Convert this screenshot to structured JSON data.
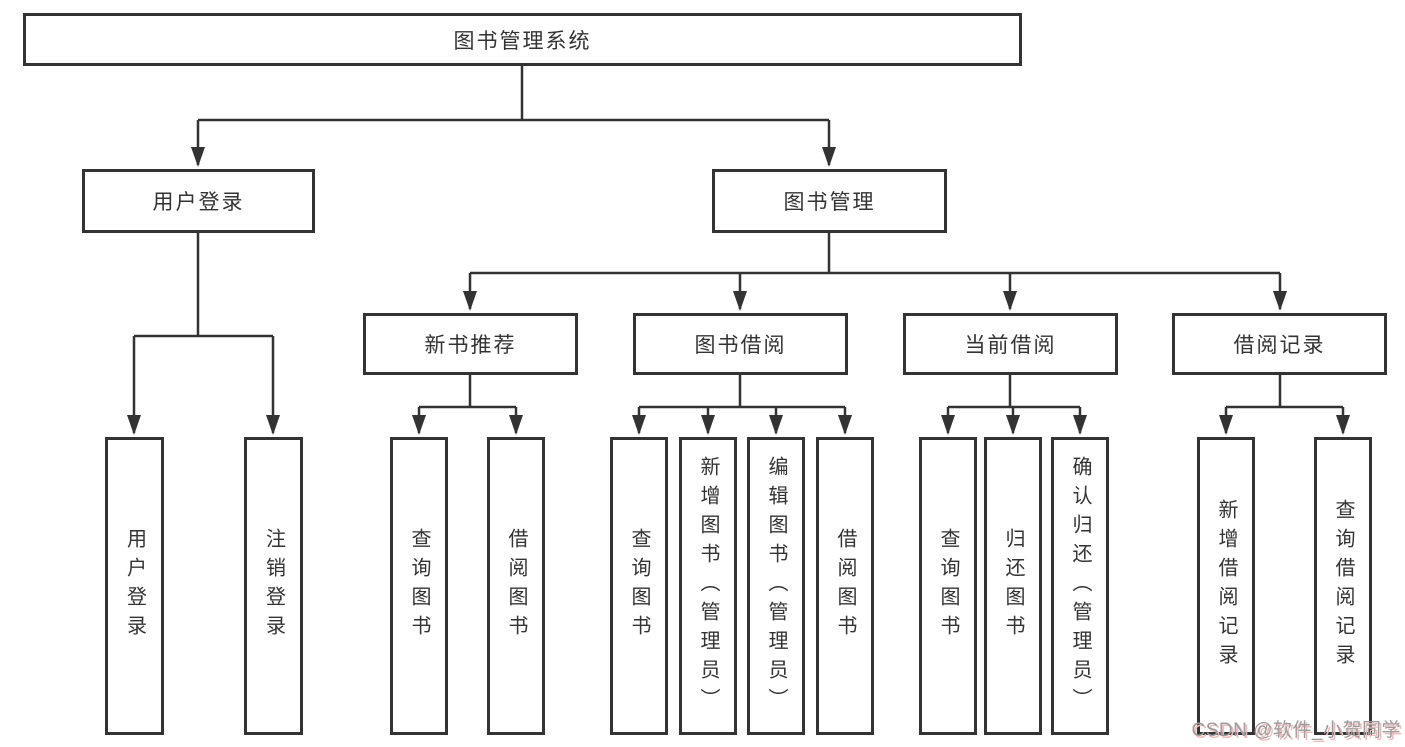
{
  "diagram": {
    "root": {
      "label": "图书管理系统"
    },
    "branches": [
      {
        "label": "用户登录",
        "children": [
          {
            "label": "用户登录"
          },
          {
            "label": "注销登录"
          }
        ]
      },
      {
        "label": "图书管理",
        "children": [
          {
            "label": "新书推荐",
            "children": [
              {
                "label": "查询图书"
              },
              {
                "label": "借阅图书"
              }
            ]
          },
          {
            "label": "图书借阅",
            "children": [
              {
                "label": "查询图书"
              },
              {
                "label": "新增图书（管理员）"
              },
              {
                "label": "编辑图书（管理员）"
              },
              {
                "label": "借阅图书"
              }
            ]
          },
          {
            "label": "当前借阅",
            "children": [
              {
                "label": "查询图书"
              },
              {
                "label": "归还图书"
              },
              {
                "label": "确认归还（管理员）"
              }
            ]
          },
          {
            "label": "借阅记录",
            "children": [
              {
                "label": "新增借阅记录"
              },
              {
                "label": "查询借阅记录"
              }
            ]
          }
        ]
      }
    ]
  },
  "watermark": {
    "text": "CSDN @软件_小贺同学"
  },
  "colors": {
    "line": "#333333",
    "box_border": "#333333",
    "box_fill": "#ffffff",
    "text": "#333333",
    "watermark_text": "#9c9c9c",
    "watermark_shadow": "#edb9b9",
    "background": "#ffffff"
  }
}
